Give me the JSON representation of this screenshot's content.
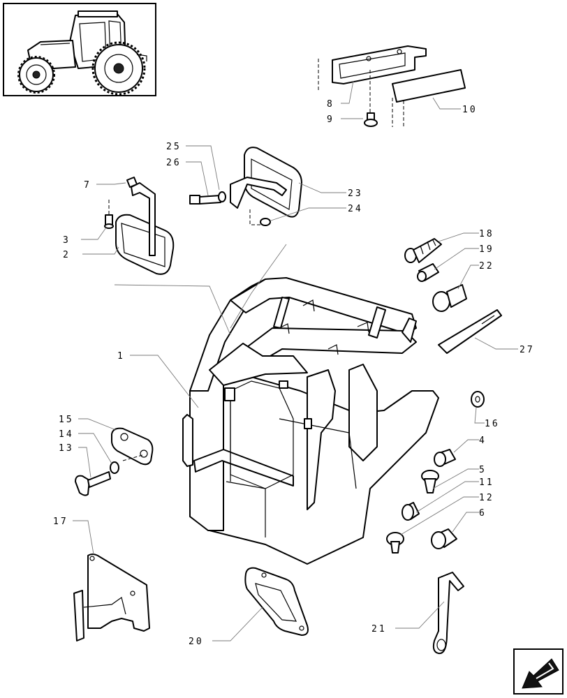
{
  "diagram": {
    "callouts": [
      {
        "id": "1",
        "text": "1"
      },
      {
        "id": "2",
        "text": "2"
      },
      {
        "id": "3",
        "text": "3"
      },
      {
        "id": "4",
        "text": "4"
      },
      {
        "id": "5",
        "text": "5"
      },
      {
        "id": "6",
        "text": "6"
      },
      {
        "id": "7",
        "text": "7"
      },
      {
        "id": "8",
        "text": "8"
      },
      {
        "id": "9",
        "text": "9"
      },
      {
        "id": "10",
        "text": "10"
      },
      {
        "id": "11",
        "text": "11"
      },
      {
        "id": "12",
        "text": "12"
      },
      {
        "id": "13",
        "text": "13"
      },
      {
        "id": "14",
        "text": "14"
      },
      {
        "id": "15",
        "text": "15"
      },
      {
        "id": "16",
        "text": "16"
      },
      {
        "id": "17",
        "text": "17"
      },
      {
        "id": "18",
        "text": "18"
      },
      {
        "id": "19",
        "text": "19"
      },
      {
        "id": "20",
        "text": "20"
      },
      {
        "id": "21",
        "text": "21"
      },
      {
        "id": "22",
        "text": "22"
      },
      {
        "id": "23",
        "text": "23"
      },
      {
        "id": "24",
        "text": "24"
      },
      {
        "id": "25",
        "text": "25"
      },
      {
        "id": "26",
        "text": "26"
      },
      {
        "id": "27",
        "text": "27"
      }
    ],
    "icons": {
      "thumbnail": "tractor-thumbnail",
      "nav": "next-page-arrow-icon"
    }
  }
}
